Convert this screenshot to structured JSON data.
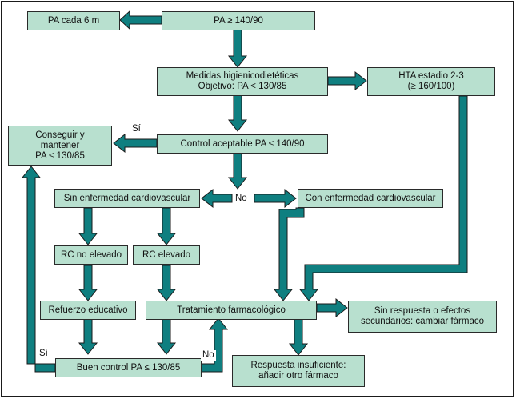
{
  "nodes": {
    "pa_cada_6m": "PA cada 6 m",
    "pa_140": "PA ≥ 140/90",
    "medidas": "Medidas higienicodietéticas\nObjetivo: PA < 130/85",
    "hta": "HTA estadio 2-3\n(≥ 160/100)",
    "conseguir": "Conseguir y\nmantener\nPA ≤ 130/85",
    "control": "Control aceptable PA ≤ 140/90",
    "sin_enf": "Sin enfermedad cardiovascular",
    "con_enf": "Con enfermedad cardiovascular",
    "rc_no": "RC no elevado",
    "rc_elev": "RC elevado",
    "refuerzo": "Refuerzo educativo",
    "tratamiento": "Tratamiento farmacológico",
    "sin_respuesta": "Sin respuesta o efectos\nsecundarios: cambiar fármaco",
    "buen_control": "Buen control PA ≤ 130/85",
    "respuesta": "Respuesta insuficiente:\nañadir otro fármaco"
  },
  "labels": {
    "si_top": "Sí",
    "no_mid": "No",
    "si_left": "Sí",
    "no_bottom": "No"
  },
  "colors": {
    "box_fill": "#b8e0cf",
    "arrow_fill": "#0f7f80",
    "arrow_stroke": "#1a1a1a"
  }
}
